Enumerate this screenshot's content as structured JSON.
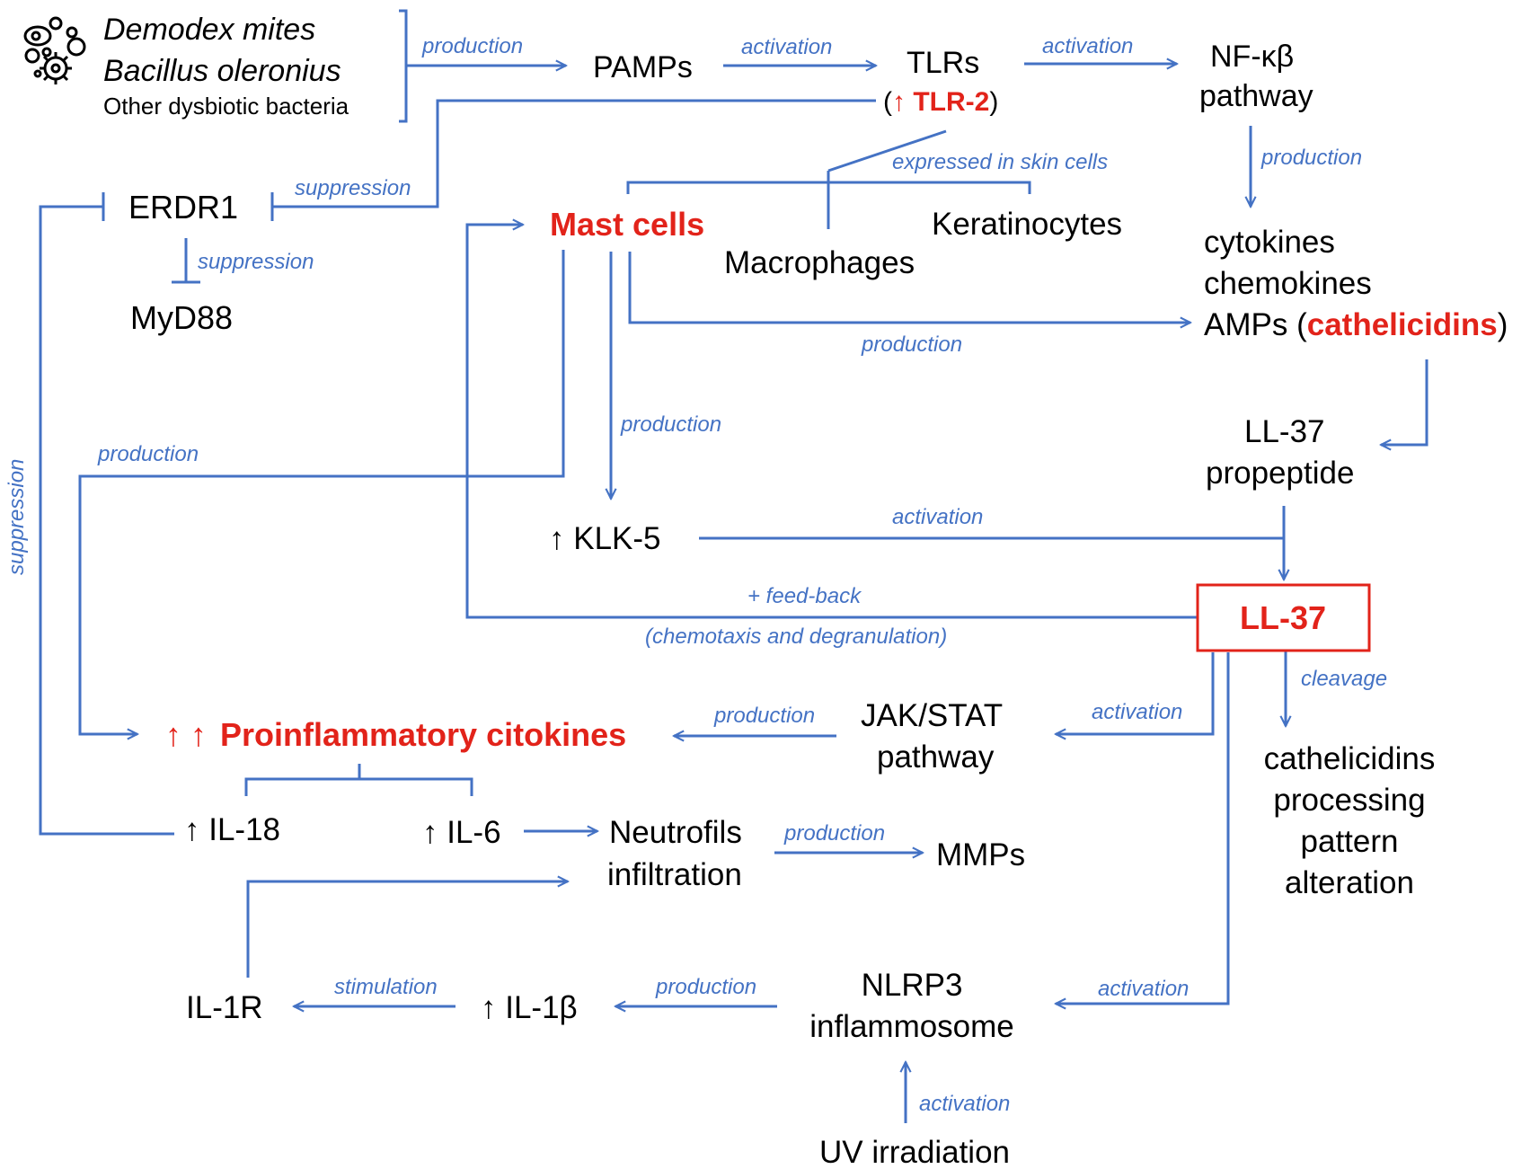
{
  "colors": {
    "line": "#4472c4",
    "highlight": "#e2231a",
    "text": "#000000"
  },
  "icons": {
    "microbes": "microbes-icon"
  },
  "nodes": {
    "demodex": "Demodex mites",
    "bacillus": "Bacillus oleronius",
    "dysbiotic": "Other dysbiotic bacteria",
    "pamps": "PAMPs",
    "tlrs": "TLRs",
    "tlr2_open": "(",
    "tlr2_up": "↑",
    "tlr2": "TLR-2",
    "tlr2_close": ")",
    "nfkb_1": "NF-κβ",
    "nfkb_2": "pathway",
    "erdr1": "ERDR1",
    "myd88": "MyD88",
    "mast_cells": "Mast cells",
    "macrophages": "Macrophages",
    "keratinocytes": "Keratinocytes",
    "cytokines": "cytokines",
    "chemokines": "chemokines",
    "amps": "AMPs (",
    "cathelicidins": "cathelicidins",
    "amps_close": ")",
    "ll37_pro_1": "LL-37",
    "ll37_pro_2": "propeptide",
    "klk5": "↑ KLK-5",
    "ll37": "LL-37",
    "proinfl_arrows": "↑ ↑",
    "proinfl": "Proinflammatory citokines",
    "jak_1": "JAK/STAT",
    "jak_2": "pathway",
    "il18": "↑ IL-18",
    "il6": "↑ IL-6",
    "neutro_1": "Neutrofils",
    "neutro_2": "infiltration",
    "mmps": "MMPs",
    "cath_1": "cathelicidins",
    "cath_2": "processing",
    "cath_3": "pattern",
    "cath_4": "alteration",
    "il1r": "IL-1R",
    "il1b": "↑ IL-1β",
    "nlrp3_1": "NLRP3",
    "nlrp3_2": "inflammosome",
    "uv": "UV irradiation"
  },
  "labels": {
    "production_pamps": "production",
    "activation_tlrs": "activation",
    "activation_nfkb": "activation",
    "production_nfkb": "production",
    "expressed": "expressed in skin cells",
    "suppression_erdr1": "suppression",
    "suppression_myd88": "suppression",
    "production_mast_amps": "production",
    "production_klk5": "production",
    "production_left": "production",
    "suppression_side": "suppression",
    "activation_klk5": "activation",
    "feedback": "+ feed-back",
    "chemotaxis": "(chemotaxis and degranulation)",
    "cleavage": "cleavage",
    "activation_jak": "activation",
    "production_jak": "production",
    "production_mmps": "production",
    "activation_nlrp3": "activation",
    "production_il1b": "production",
    "stimulation": "stimulation",
    "activation_uv": "activation"
  }
}
